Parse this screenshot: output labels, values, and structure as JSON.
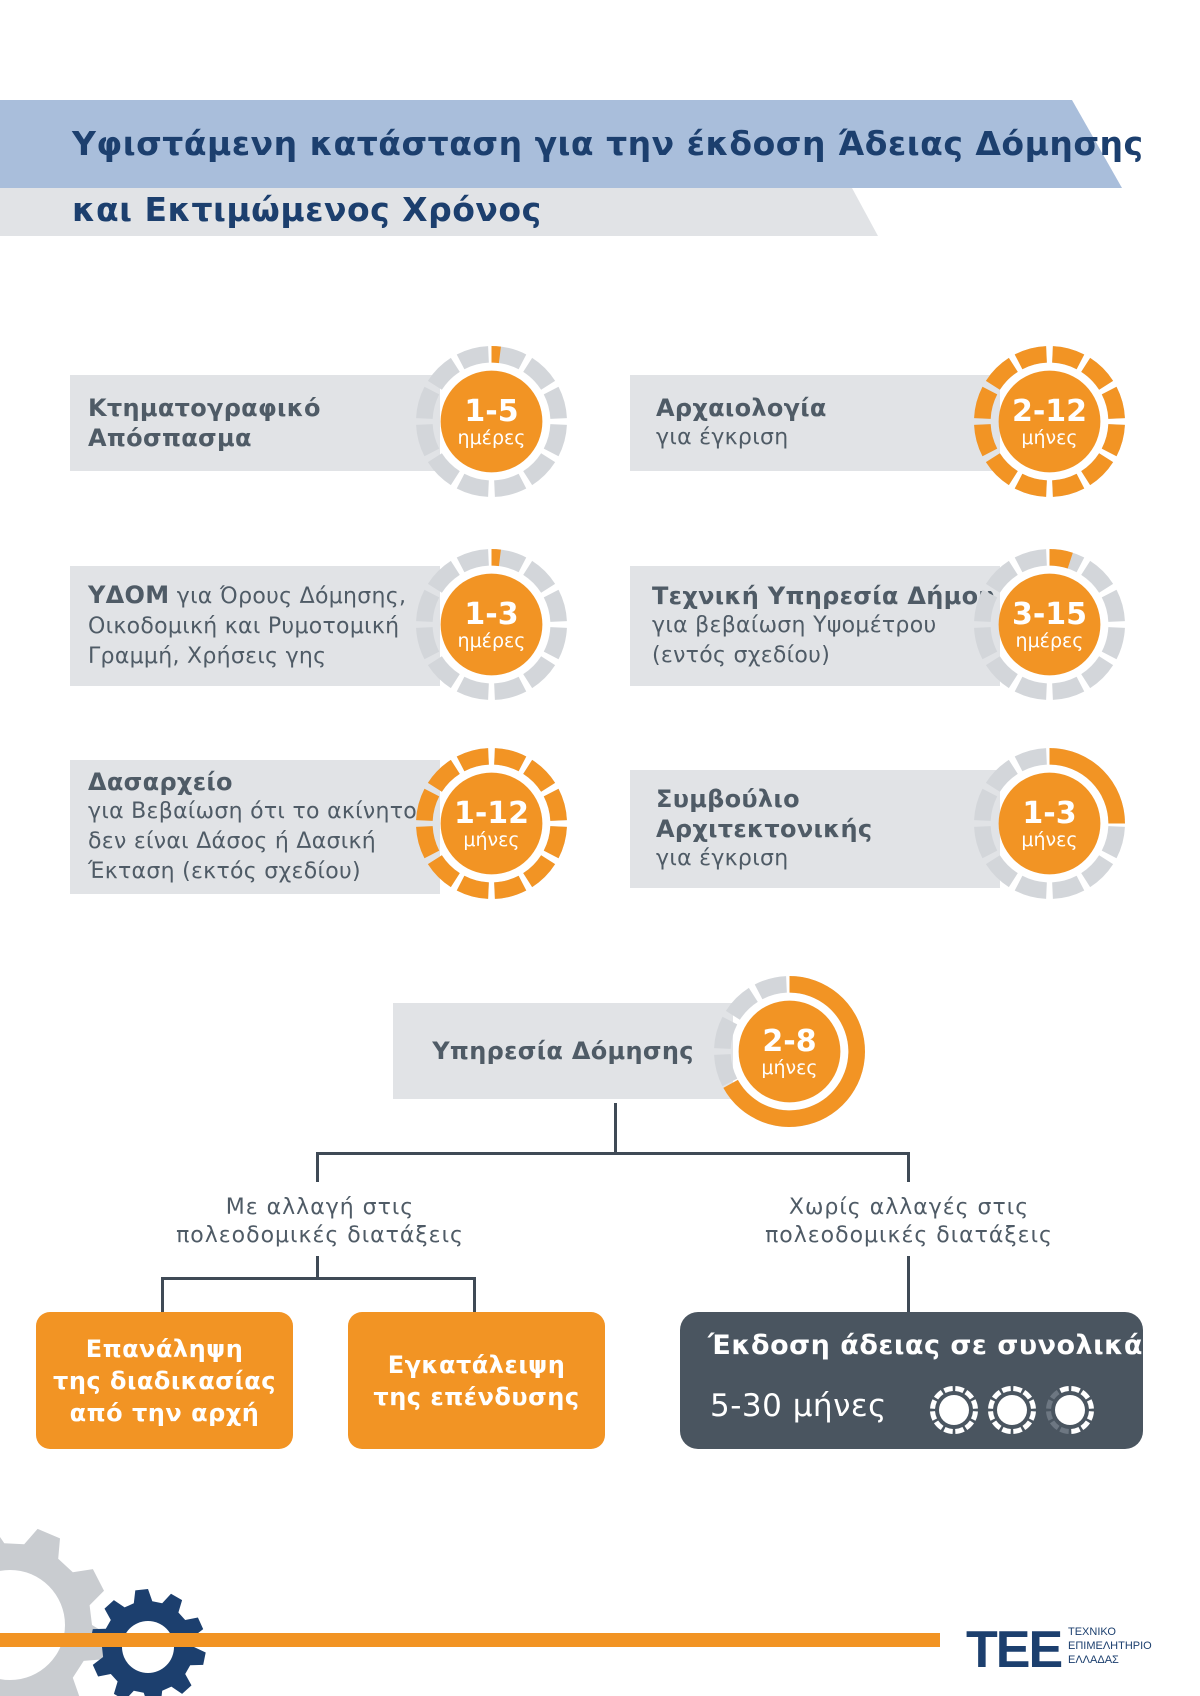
{
  "header": {
    "title_line1": "Υφιστάμενη κατάσταση για την έκδοση Άδειας Δόμησης",
    "title_line2": "και Εκτιμώμενος Χρόνος"
  },
  "colors": {
    "orange": "#f29424",
    "navy": "#1c3f6e",
    "banner_blue": "#a9bedb",
    "light_gray": "#e1e3e6",
    "dark_slate": "#4a5560"
  },
  "steps": [
    {
      "line1": "Κτηματογραφικό",
      "line2": "Απόσπασμα",
      "line3": "",
      "line4": "",
      "value": "1-5",
      "unit": "ημέρες",
      "fill_fraction": 0.02
    },
    {
      "line1": "Αρχαιολογία",
      "line2": "για έγκριση",
      "line3": "",
      "line4": "",
      "value": "2-12",
      "unit": "μήνες",
      "fill_fraction": 1.0
    },
    {
      "line1": "ΥΔΟΜ",
      "line1_rest": " για Όρους Δόμησης,",
      "line2": "Οικοδομική και Ρυμοτομική",
      "line3": "Γραμμή, Χρήσεις γης",
      "line4": "",
      "value": "1-3",
      "unit": "ημέρες",
      "fill_fraction": 0.02
    },
    {
      "line1": "Τεχνική Υπηρεσία Δήμου",
      "line2": "για βεβαίωση Υψομέτρου",
      "line3": "(εντός σχεδίου)",
      "line4": "",
      "value": "3-15",
      "unit": "ημέρες",
      "fill_fraction": 0.05
    },
    {
      "line1": "Δασαρχείο",
      "line2": "για Βεβαίωση ότι το ακίνητο",
      "line3": "δεν είναι Δάσος ή Δασική",
      "line4": "Έκταση (εκτός σχεδίου)",
      "value": "1-12",
      "unit": "μήνες",
      "fill_fraction": 1.0
    },
    {
      "line1": "Συμβούλιο",
      "line2": "Αρχιτεκτονικής",
      "line3": "για έγκριση",
      "line4": "",
      "value": "1-3",
      "unit": "μήνες",
      "fill_fraction": 0.25
    }
  ],
  "main_step": {
    "label": "Υπηρεσία Δόμησης",
    "value": "2-8",
    "unit": "μήνες",
    "fill_fraction": 0.67
  },
  "branches": {
    "left_label_line1": "Με αλλαγή στις",
    "left_label_line2": "πολεοδομικές διατάξεις",
    "right_label_line1": "Χωρίς αλλαγές στις",
    "right_label_line2": "πολεοδομικές διατάξεις"
  },
  "outcomes": {
    "repeat_line1": "Επανάληψη",
    "repeat_line2": "της διαδικασίας",
    "repeat_line3": "από την αρχή",
    "abandon_line1": "Εγκατάλειψη",
    "abandon_line2": "της επένδυσης",
    "total_title": "Έκδοση άδειας σε συνολικά",
    "total_value": "5-30 μήνες"
  },
  "footer": {
    "logo_mark": "ΤΕΕ",
    "logo_line1": "ΤΕΧΝΙΚΟ",
    "logo_line2": "ΕΠΙΜΕΛΗΤΗΡΙΟ",
    "logo_line3": "ΕΛΛΑΔΑΣ"
  }
}
